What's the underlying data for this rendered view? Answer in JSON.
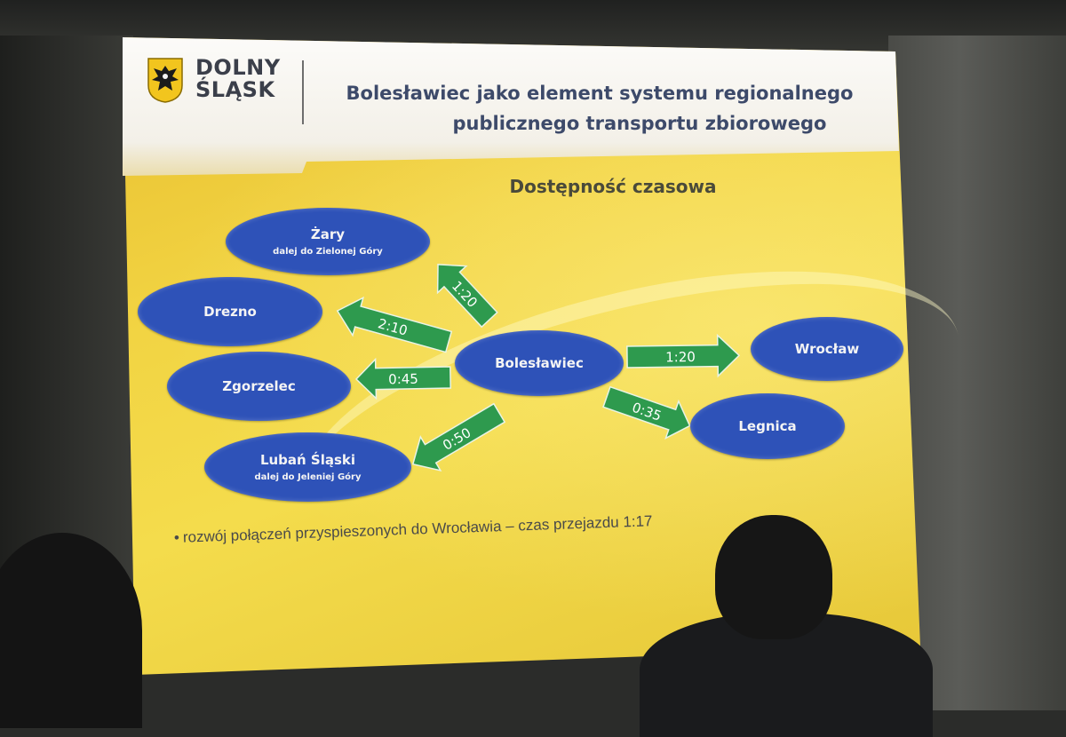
{
  "logo": {
    "line1": "DOLNY",
    "line2": "ŚLĄSK"
  },
  "slide": {
    "title_line1": "Bolesławiec jako element systemu regionalnego",
    "title_line2": "publicznego transportu zbiorowego",
    "subtitle": "Dostępność czasowa",
    "bullet": "rozwój połączeń przyspieszonych do Wrocławia – czas przejazdu 1:17"
  },
  "nodes": {
    "center": {
      "name": "Bolesławiec"
    },
    "zary": {
      "name": "Żary",
      "sub": "dalej do Zielonej Góry"
    },
    "drezno": {
      "name": "Drezno"
    },
    "zgorzelec": {
      "name": "Zgorzelec"
    },
    "luban": {
      "name": "Lubań Śląski",
      "sub": "dalej do Jeleniej Góry"
    },
    "wroclaw": {
      "name": "Wrocław"
    },
    "legnica": {
      "name": "Legnica"
    }
  },
  "times": {
    "zary": "1:20",
    "drezno": "2:10",
    "zgorzelec": "0:45",
    "luban": "0:50",
    "wroclaw": "1:20",
    "legnica": "0:35"
  },
  "colors": {
    "node": "#2e52b8",
    "arrow": "#2e9a4e",
    "slide_background": "#f2d443"
  }
}
